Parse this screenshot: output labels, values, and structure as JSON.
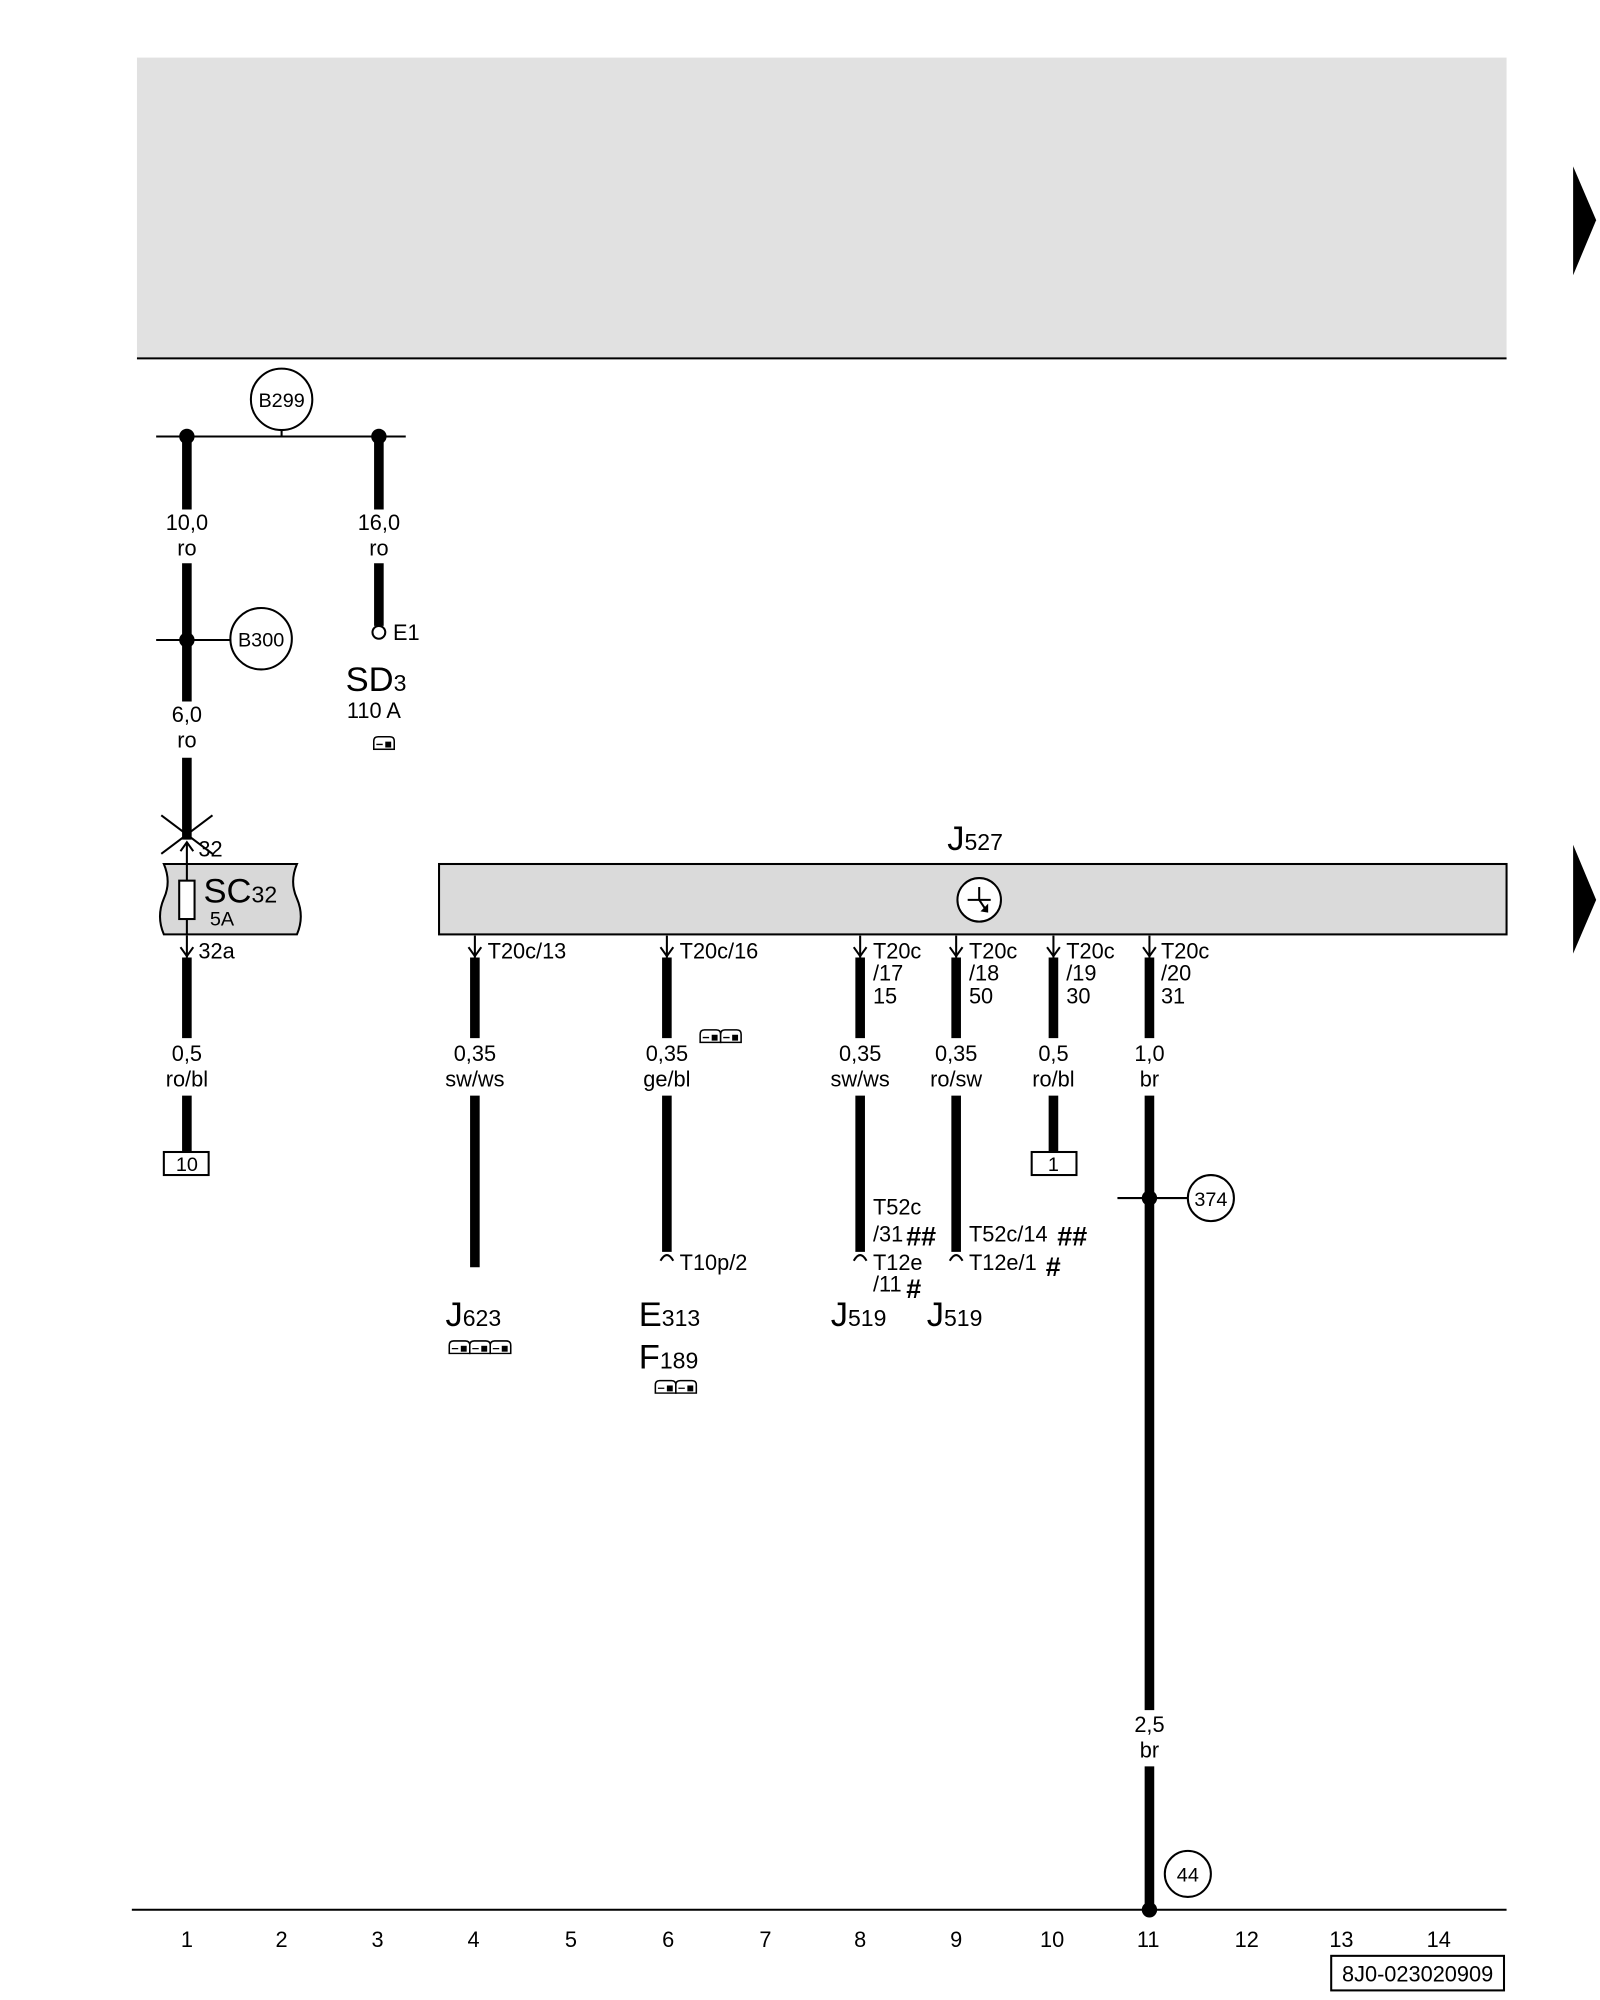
{
  "colors": {
    "header_fill": "#e1e1e1",
    "unit_fill": "#dadada",
    "fuse_fill": "#d8d8d8",
    "line": "#000000"
  },
  "icons": {
    "continuation": "next-page-arrow-icon",
    "location": "component-location-icon",
    "unit_symbol": "steering-wheel-icon"
  },
  "connectors": {
    "b299": "B299",
    "b300": "B300",
    "c374": "374",
    "c44": "44"
  },
  "sd3": {
    "name": "SD",
    "index": "3",
    "rating": "110 A",
    "terminal": "E1"
  },
  "sc32": {
    "name": "SC",
    "index": "32",
    "rating": "5A",
    "pin_in": "32",
    "pin_out": "32a"
  },
  "j527": {
    "name": "J",
    "index": "527"
  },
  "wires": {
    "b299_left": {
      "size": "10,0",
      "color": "ro"
    },
    "b299_right": {
      "size": "16,0",
      "color": "ro"
    },
    "b300_down": {
      "size": "6,0",
      "color": "ro"
    },
    "sc32_out": {
      "size": "0,5",
      "color": "ro/bl"
    },
    "pin13": {
      "size": "0,35",
      "color": "sw/ws"
    },
    "pin16": {
      "size": "0,35",
      "color": "ge/bl"
    },
    "pin17": {
      "size": "0,35",
      "color": "sw/ws"
    },
    "pin18": {
      "size": "0,35",
      "color": "ro/sw"
    },
    "pin19": {
      "size": "0,5",
      "color": "ro/bl"
    },
    "pin20": {
      "size": "1,0",
      "color": "br"
    },
    "ground": {
      "size": "2,5",
      "color": "br"
    }
  },
  "pins": {
    "p13": [
      "T20c/13"
    ],
    "p16": [
      "T20c/16"
    ],
    "p17": [
      "T20c",
      "/17",
      "15"
    ],
    "p18": [
      "T20c",
      "/18",
      "50"
    ],
    "p19": [
      "T20c",
      "/19",
      "30"
    ],
    "p20": [
      "T20c",
      "/20",
      "31"
    ]
  },
  "terminations": {
    "t10p": "T10p/2",
    "j519a": {
      "line1": "T52c",
      "line2": "/31",
      "mark1": "##",
      "line3": "T12e",
      "line4": "/11",
      "mark2": "#"
    },
    "j519b": {
      "line1": "T52c/14",
      "mark1": "##",
      "line2": "T12e/1",
      "mark2": "#"
    }
  },
  "components": {
    "j623": {
      "name": "J",
      "index": "623"
    },
    "e313": {
      "name": "E",
      "index": "313"
    },
    "f189": {
      "name": "F",
      "index": "189"
    },
    "j519a": {
      "name": "J",
      "index": "519"
    },
    "j519b": {
      "name": "J",
      "index": "519"
    }
  },
  "references": {
    "r10": "10",
    "r1": "1"
  },
  "grid": [
    "1",
    "2",
    "3",
    "4",
    "5",
    "6",
    "7",
    "8",
    "9",
    "10",
    "11",
    "12",
    "13",
    "14"
  ],
  "drawing_number": "8J0-023020909"
}
